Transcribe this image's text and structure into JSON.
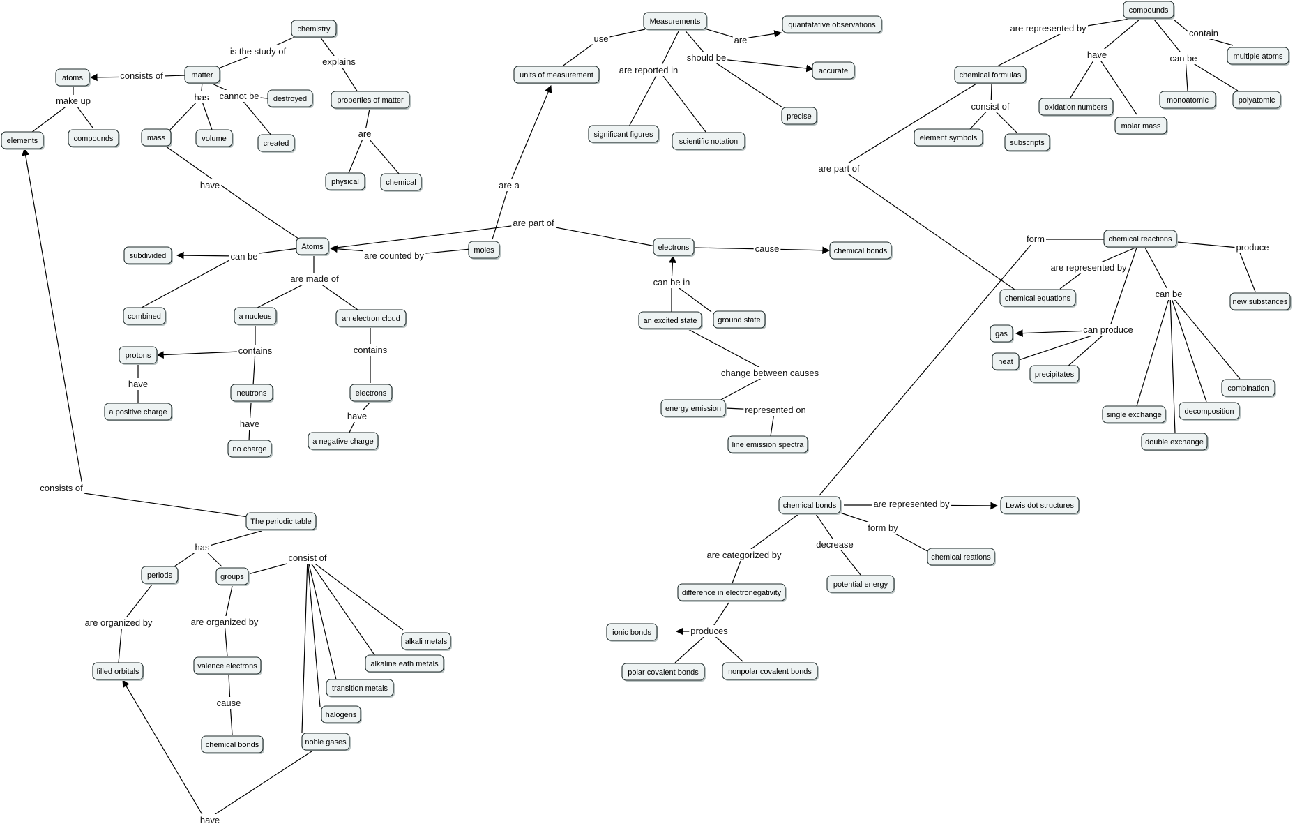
{
  "nodes": {
    "chemistry": "chemistry",
    "matter": "matter",
    "atoms_top": "atoms",
    "elements": "elements",
    "compounds_left": "compounds",
    "mass": "mass",
    "volume": "volume",
    "destroyed": "destroyed",
    "created": "created",
    "properties": "properties of matter",
    "physical": "physical",
    "chemical_prop": "chemical",
    "measurements": "Measurements",
    "units": "units of measurement",
    "quant_obs": "quantatative observations",
    "accurate": "accurate",
    "precise": "precise",
    "sig_figs": "significant figures",
    "sci_notation": "scientific notation",
    "compounds_right": "compounds",
    "chem_formulas": "chemical formulas",
    "multiple_atoms": "multiple atoms",
    "oxidation": "oxidation numbers",
    "molar_mass": "molar mass",
    "monoatomic": "monoatomic",
    "polyatomic": "polyatomic",
    "element_symbols": "element symbols",
    "subscripts": "subscripts",
    "atoms_center": "Atoms",
    "subdivided": "subdivided",
    "combined": "combined",
    "nucleus": "a nucleus",
    "electron_cloud": "an electron cloud",
    "protons": "protons",
    "pos_charge": "a positive charge",
    "neutrons": "neutrons",
    "no_charge": "no charge",
    "electrons_cloud": "electrons",
    "neg_charge": "a negative charge",
    "moles": "moles",
    "electrons_center": "electrons",
    "chem_bonds_top": "chemical bonds",
    "excited": "an excited state",
    "ground": "ground state",
    "energy_emission": "energy emission",
    "line_spectra": "line emission spectra",
    "chem_reactions": "chemical reactions",
    "chem_equations": "chemical equations",
    "new_substances": "new substances",
    "gas": "gas",
    "heat": "heat",
    "precipitates": "precipitates",
    "combination": "combination",
    "decomposition": "decomposition",
    "single_exchange": "single exchange",
    "double_exchange": "double exchange",
    "periodic_table": "The periodic table",
    "periods": "periods",
    "groups": "groups",
    "filled_orbitals": "filled orbitals",
    "valence_electrons": "valence electrons",
    "chem_bonds_valence": "chemical bonds",
    "alkali": "alkali metals",
    "alkaline": "alkaline eath metals",
    "transition": "transition metals",
    "halogens": "halogens",
    "noble_gases": "noble gases",
    "chem_bonds_bottom": "chemical bonds",
    "lewis": "Lewis dot structures",
    "chem_reations": "chemical reations",
    "potential_energy": "potential energy",
    "electronegativity": "difference in electronegativity",
    "ionic": "ionic bonds",
    "polar": "polar covalent bonds",
    "nonpolar": "nonpolar covalent bonds"
  },
  "links": {
    "is_the_study_of": "is the study of",
    "explains": "explains",
    "consists_of_atoms": "consists of",
    "make_up": "make up",
    "has_matter": "has",
    "cannot_be": "cannot be",
    "are_props": "are",
    "use": "use",
    "are_meas": "are",
    "are_reported_in": "are reported in",
    "should_be": "should be",
    "are_represented_by_compounds": "are represented by",
    "have_compounds": "have",
    "can_be_compounds": "can be",
    "contain": "contain",
    "consist_of_formulas": "consist of",
    "are_part_of_formulas": "are part of",
    "have_mass": "have",
    "are_a": "are a",
    "are_part_of_electrons": "are part of",
    "can_be_atoms": "can be",
    "are_made_of": "are made of",
    "are_counted_by": "are counted by",
    "contains_nucleus": "contains",
    "contains_cloud": "contains",
    "have_protons": "have",
    "have_neutrons": "have",
    "have_electrons": "have",
    "cause_bonds": "cause",
    "can_be_in": "can be in",
    "change_between_causes": "change between causes",
    "represented_on": "represented on",
    "form": "form",
    "produce": "produce",
    "are_represented_by_reactions": "are represented by",
    "can_be_reactions": "can be",
    "can_produce": "can produce",
    "consists_of_table": "consists of",
    "has_table": "has",
    "consist_of_groups": "consist of",
    "are_organized_by_periods": "are organized by",
    "are_organized_by_groups": "are organized by",
    "cause_valence": "cause",
    "have_noble": "have",
    "are_represented_by_bonds": "are represented by",
    "form_by": "form by",
    "decrease": "decrease",
    "are_categorized_by": "are categorized by",
    "produces": "produces"
  }
}
